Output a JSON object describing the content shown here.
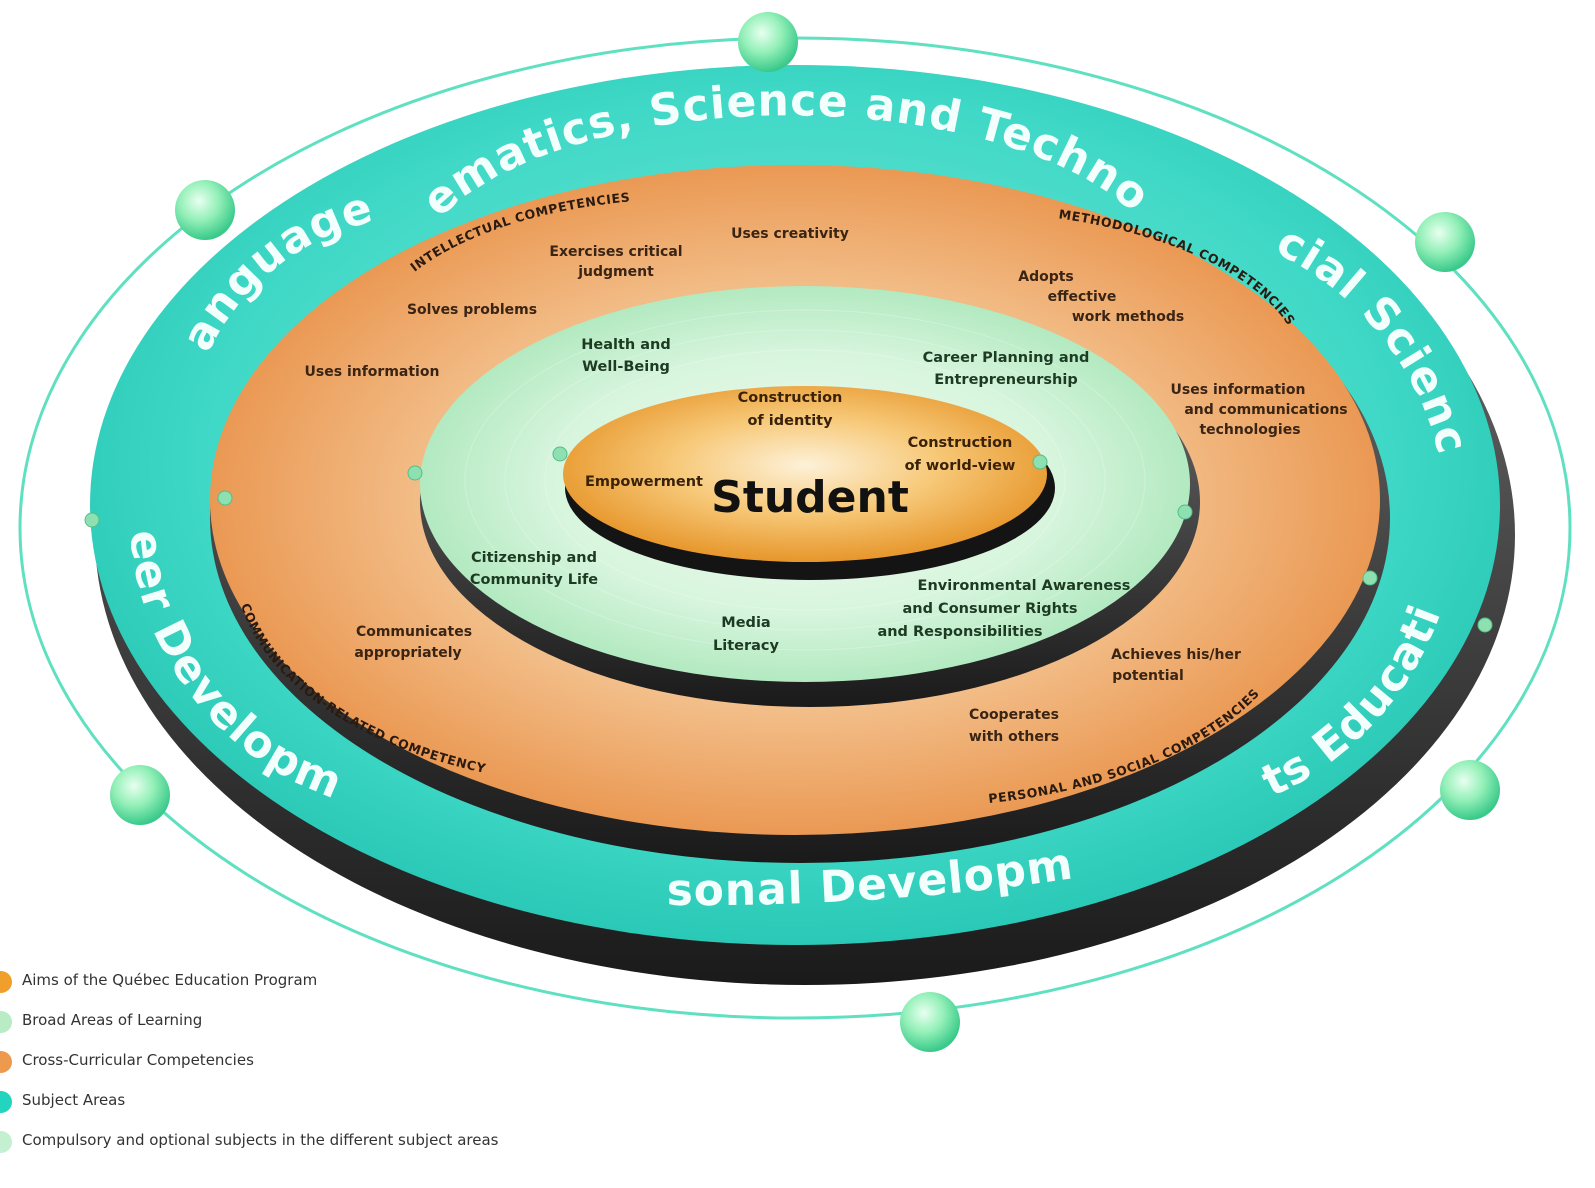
{
  "center": {
    "label": "Student"
  },
  "aims": {
    "items": [
      "Construction",
      "of identity",
      "Construction",
      "of world-view",
      "Empowerment"
    ]
  },
  "broad_areas": {
    "items": [
      "Health and",
      "Well-Being",
      "Career Planning and",
      "Entrepreneurship",
      "Citizenship and",
      "Community Life",
      "Media",
      "Literacy",
      "Environmental Awareness",
      "and Consumer Rights",
      "and Responsibilities"
    ]
  },
  "competencies": {
    "headings": [
      "INTELLECTUAL COMPETENCIES",
      "METHODOLOGICAL COMPETENCIES",
      "COMMUNICATION-RELATED COMPETENCY",
      "PERSONAL AND SOCIAL COMPETENCIES"
    ],
    "items": [
      "Uses creativity",
      "Exercises critical",
      "judgment",
      "Solves problems",
      "Uses information",
      "Adopts",
      "effective",
      "work methods",
      "Uses information",
      "and communications",
      "technologies",
      "Communicates",
      "appropriately",
      "Achieves his/her",
      "potential",
      "Cooperates",
      "with others"
    ]
  },
  "subject_areas": {
    "items": [
      "Mathematics, Science and Technology",
      "Languages",
      "Social Sciences",
      "Career Development",
      "Arts Education",
      "Personal Development"
    ]
  },
  "legend": {
    "items": [
      {
        "label": "Aims of the Québec Education Program",
        "color": "#f0a02a"
      },
      {
        "label": "Broad Areas of Learning",
        "color": "#b8ecc4"
      },
      {
        "label": "Cross-Curricular Competencies",
        "color": "#ee9a4e"
      },
      {
        "label": "Subject Areas",
        "color": "#23d4bf"
      },
      {
        "label": "Compulsory and optional subjects in the different subject areas",
        "color": "#c4f0d2"
      }
    ]
  },
  "colors": {
    "subject_ring": "#3fd8c6",
    "competency_ring": "#f0a56c",
    "broad_area_ring": "#c9f2d6",
    "aims_core": "#f2aa3c",
    "orbit_line": "#5fe0c0",
    "orbit_node": "#8ef0b8"
  }
}
